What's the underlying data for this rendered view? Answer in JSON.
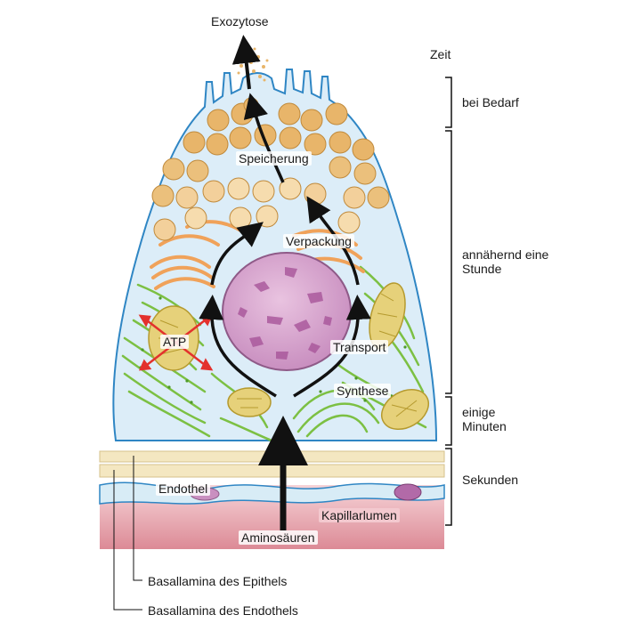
{
  "labels": {
    "exocytosis": "Exozytose",
    "storage": "Speicherung",
    "packaging": "Verpackung",
    "transport": "Transport",
    "synthesis": "Synthese",
    "atp": "ATP",
    "endothelium": "Endothel",
    "capillary_lumen": "Kapillarlumen",
    "amino_acids": "Aminosäuren",
    "basal_lamina_epithelium": "Basallamina des Epithels",
    "basal_lamina_endothelium": "Basallamina des Endothels"
  },
  "timeline": {
    "heading": "Zeit",
    "stages": [
      {
        "label": "bei Bedarf"
      },
      {
        "label": "annähernd eine Stunde"
      },
      {
        "label": "einige Minuten"
      },
      {
        "label": "Sekunden"
      }
    ]
  },
  "colors": {
    "cell_fill": "#dcedf8",
    "cell_outline": "#2f86c4",
    "nucleus": "#d9a4cf",
    "er_green": "#7cc043",
    "golgi_orange": "#f0a25a",
    "vesicle_dark": "#e8b56a",
    "vesicle_light": "#f6dcae",
    "mitochondrion": "#e6d17a",
    "capillary": "#e8a2ac",
    "lamina": "#f4e7c1",
    "atp_arrow": "#e3312d"
  }
}
